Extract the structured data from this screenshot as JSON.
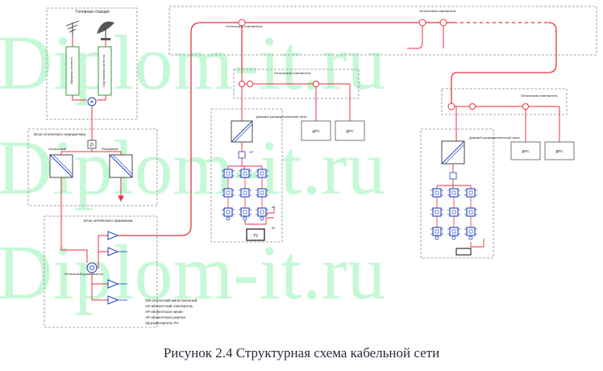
{
  "watermark": "Diplom-it.ru",
  "caption": "Рисунок 2.4 Структурная схема кабельной сети",
  "head_station": {
    "title": "Головная станция",
    "unit_left": "Эфирная антенна",
    "unit_right": "Спутниковая антенна",
    "mixer_symbol": "×"
  },
  "splitter_block": {
    "title": "Блок оптического передатчика",
    "splitter_symbol": "Р",
    "left_label": "Оптический",
    "right_label": "Резервный"
  },
  "distribution_block": {
    "title": "Блок оптического приемника",
    "node_label": "Оптический разветвитель"
  },
  "trunk_label": "Оптический ответвитель",
  "legend": [
    "ОМ-оптический магистральный",
    "АО-абонентский ответвитель",
    "АР-абонентская линия",
    "АР-абонентская розетка",
    "УД-разветвитель РЧ"
  ],
  "node_center": {
    "top_label": "Оптический ответвитель",
    "sub_label": "Домовой распределительный пункт",
    "dps": [
      "ДРС",
      "ДРС"
    ],
    "tap_labels": [
      "ОР",
      "А1",
      "А2"
    ],
    "tv": "TV"
  },
  "node_right": {
    "top_label": "Оптический ответвитель",
    "bus_label": "Оптический ответвитель",
    "sub_label": "Домовой распределительный пункт",
    "dps": [
      "ДРС",
      "ДРС"
    ]
  },
  "colors": {
    "link": "#e8323c",
    "device": "#1f3fbf",
    "watermark": "#2ee66b"
  }
}
